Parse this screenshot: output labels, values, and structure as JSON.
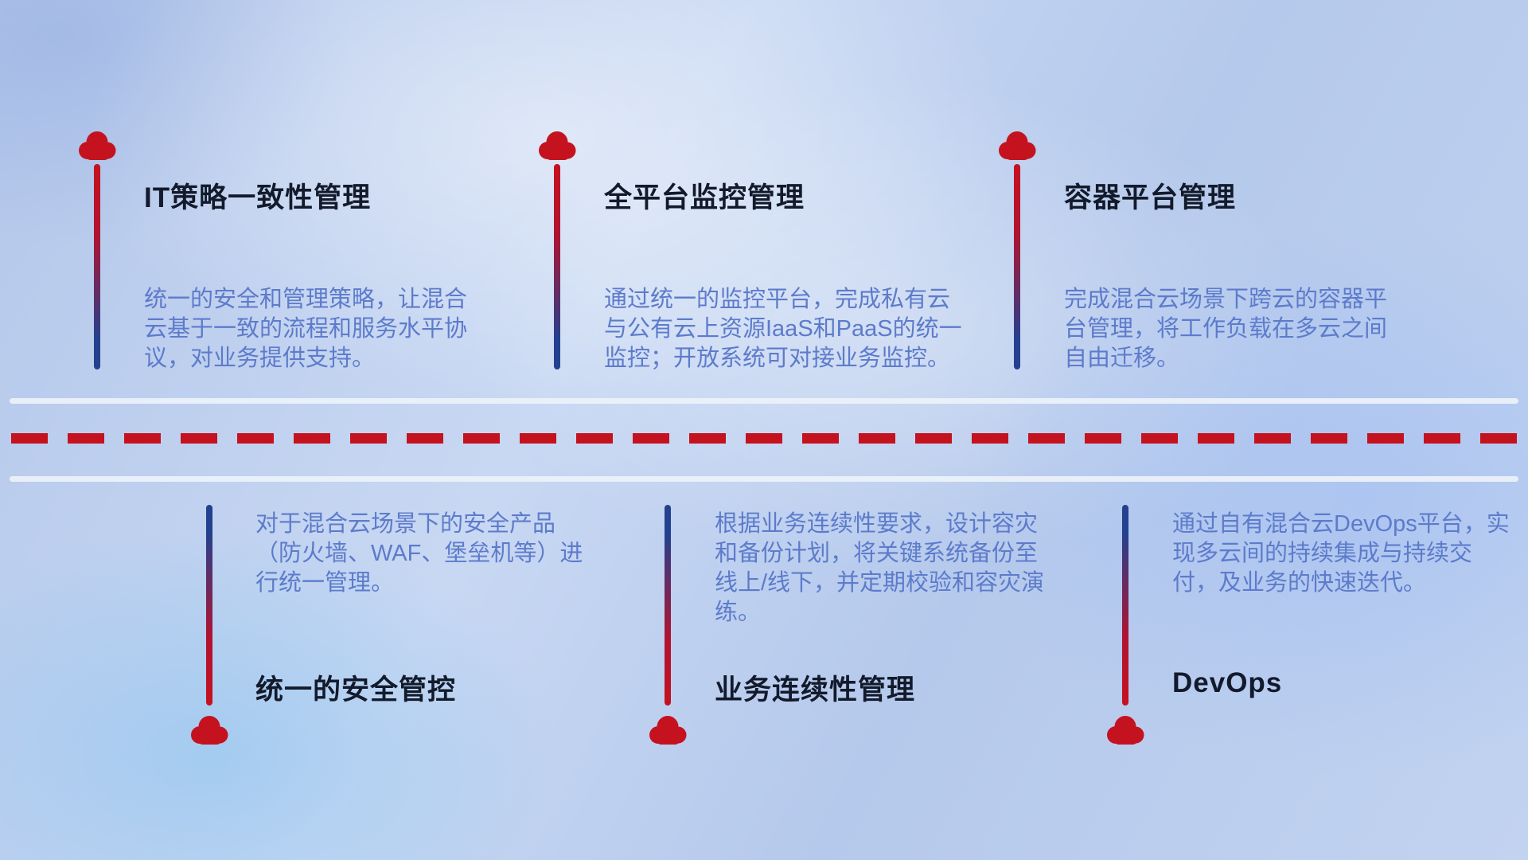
{
  "colors": {
    "accent_red": "#c5121f",
    "line_blue": "#23418f",
    "title_text": "#121a2b",
    "desc_text": "#5d7bcb",
    "road_white": "#edf2fa"
  },
  "top_items": [
    {
      "title": "IT策略一致性管理",
      "description": "统一的安全和管理策略，让混合云基于一致的流程和服务水平协议，对业务提供支持。"
    },
    {
      "title": "全平台监控管理",
      "description": "通过统一的监控平台，完成私有云与公有云上资源IaaS和PaaS的统一监控；开放系统可对接业务监控。"
    },
    {
      "title": "容器平台管理",
      "description": "完成混合云场景下跨云的容器平台管理，将工作负载在多云之间自由迁移。"
    }
  ],
  "bottom_items": [
    {
      "title": "统一的安全管控",
      "description": "对于混合云场景下的安全产品（防火墙、WAF、堡垒机等）进行统一管理。"
    },
    {
      "title": "业务连续性管理",
      "description": "根据业务连续性要求，设计容灾和备份计划，将关键系统备份至线上/线下，并定期校验和容灾演练。"
    },
    {
      "title": "DevOps",
      "description": "通过自有混合云DevOps平台，实现多云间的持续集成与持续交付，及业务的快速迭代。"
    }
  ]
}
